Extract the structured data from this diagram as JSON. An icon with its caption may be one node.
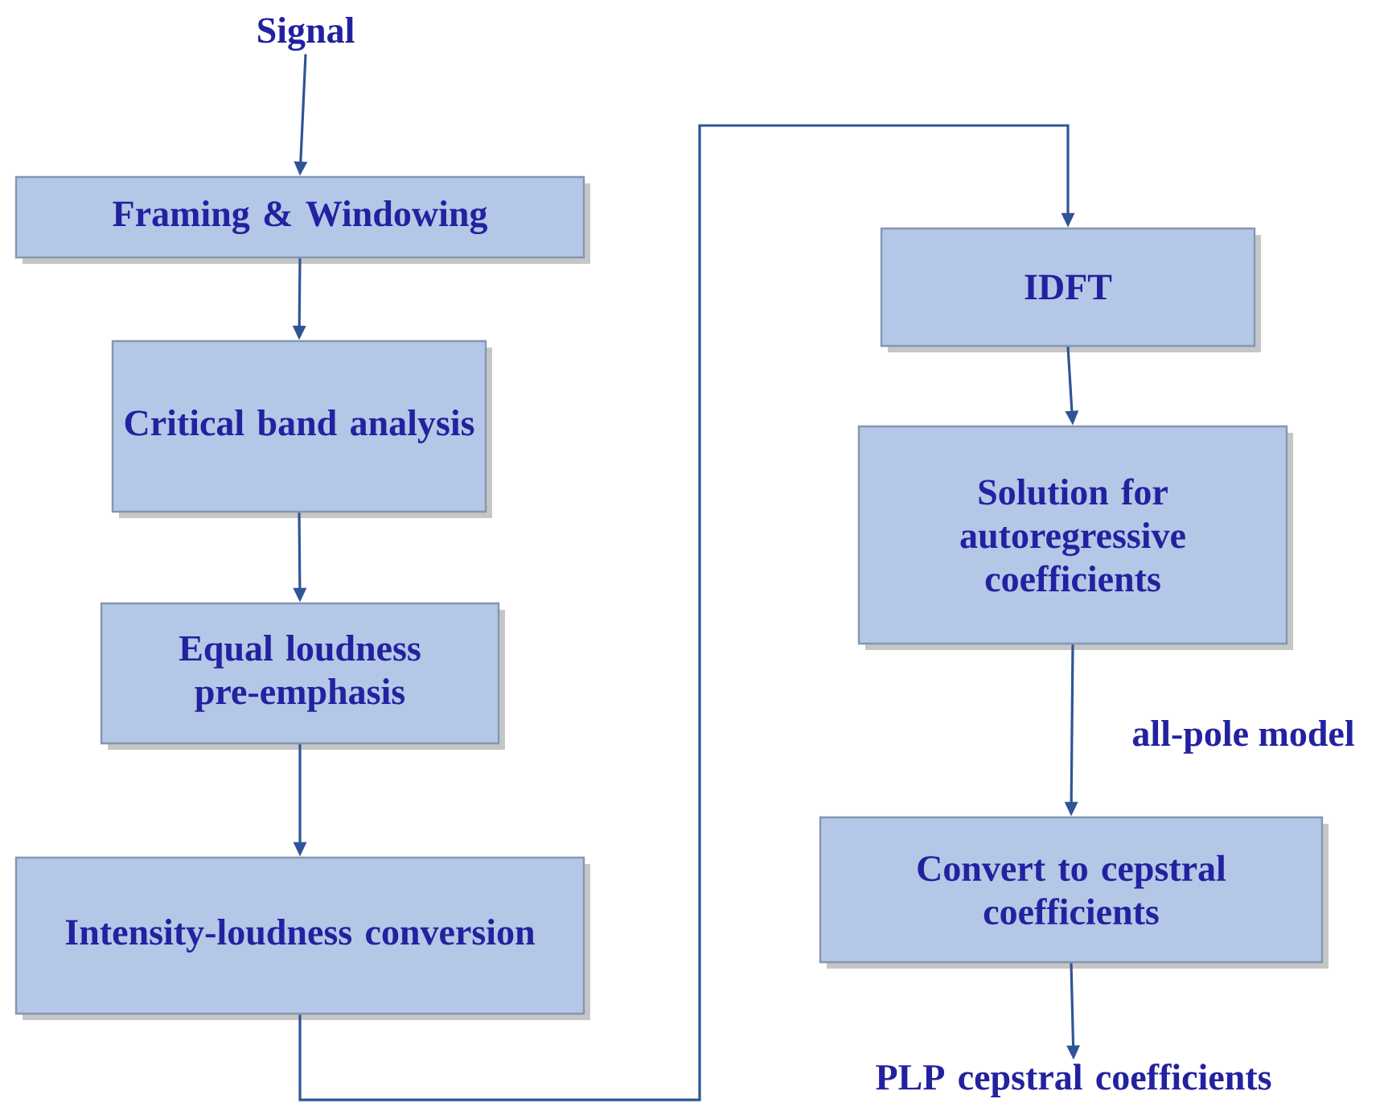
{
  "diagram": {
    "nodes": [
      {
        "text": [
          "Signal"
        ]
      },
      {
        "text": [
          "Framing & Windowing"
        ]
      },
      {
        "text": [
          "Critical band analysis"
        ]
      },
      {
        "text": [
          "Equal loudness pre-emphasis"
        ]
      },
      {
        "text": [
          "Intensity-loudness conversion"
        ]
      },
      {
        "text": [
          "IDFT"
        ]
      },
      {
        "text": [
          "Solution for autoregressive coefficients"
        ]
      },
      {
        "text": [
          "Convert to cepstral coefficients"
        ]
      },
      {
        "text": [
          "PLP cepstral coefficients"
        ]
      }
    ],
    "edges": [
      {
        "from": 0,
        "to": 1,
        "arrow": "to"
      },
      {
        "from": 1,
        "to": 2,
        "arrow": "to"
      },
      {
        "from": 2,
        "to": 3,
        "arrow": "to"
      },
      {
        "from": 3,
        "to": 4,
        "arrow": "to"
      },
      {
        "from": 4,
        "to": 5,
        "arrow": "to"
      },
      {
        "from": 5,
        "to": 6,
        "arrow": "to"
      },
      {
        "from": 6,
        "to": 7,
        "arrow": "to",
        "label": "all-pole model"
      },
      {
        "from": 7,
        "to": 8,
        "arrow": "to"
      }
    ]
  }
}
